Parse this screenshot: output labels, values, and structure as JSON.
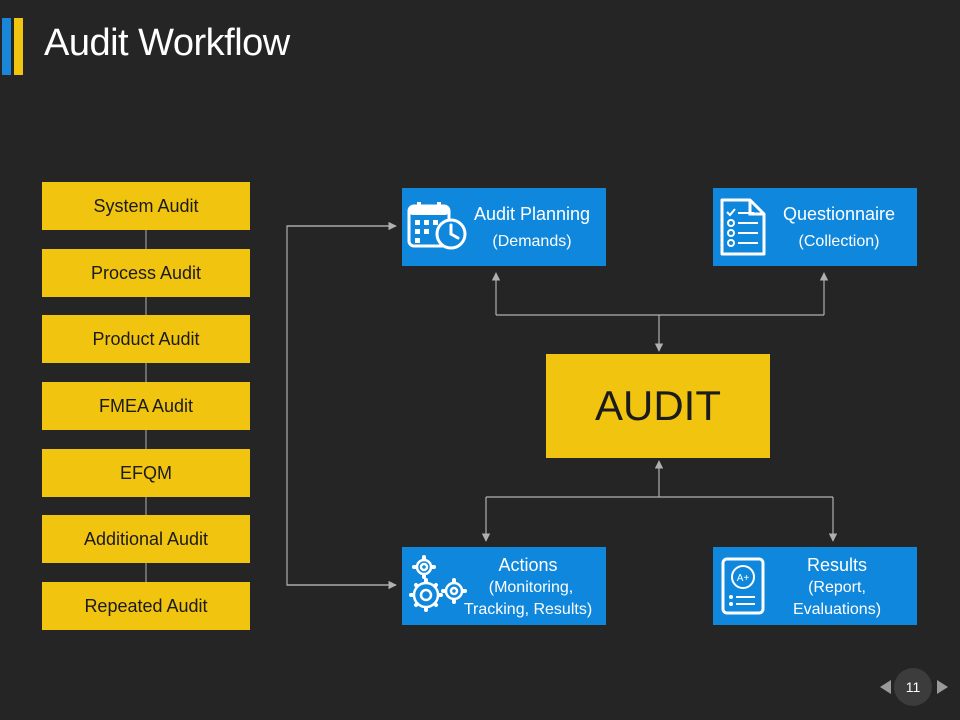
{
  "title": "Audit Workflow",
  "audit_types": [
    "System Audit",
    "Process Audit",
    "Product Audit",
    "FMEA Audit",
    "EFQM",
    "Additional Audit",
    "Repeated Audit"
  ],
  "center_label": "AUDIT",
  "boxes": {
    "planning": {
      "title": "Audit Planning",
      "subtitle": "(Demands)"
    },
    "questionnaire": {
      "title": "Questionnaire",
      "subtitle": "(Collection)"
    },
    "actions": {
      "title": "Actions",
      "subtitle_1": "(Monitoring,",
      "subtitle_2": "Tracking, Results)"
    },
    "results": {
      "title": "Results",
      "subtitle_1": "(Report,",
      "subtitle_2": "Evaluations)"
    }
  },
  "page_number": "11",
  "colors": {
    "background": "#252525",
    "accent_yellow": "#f1c40f",
    "accent_blue": "#0f87dd",
    "connector": "#b0b0b0"
  },
  "icons": {
    "planning": "calendar-clock-icon",
    "questionnaire": "checklist-document-icon",
    "actions": "gears-icon",
    "results": "graded-report-icon"
  }
}
